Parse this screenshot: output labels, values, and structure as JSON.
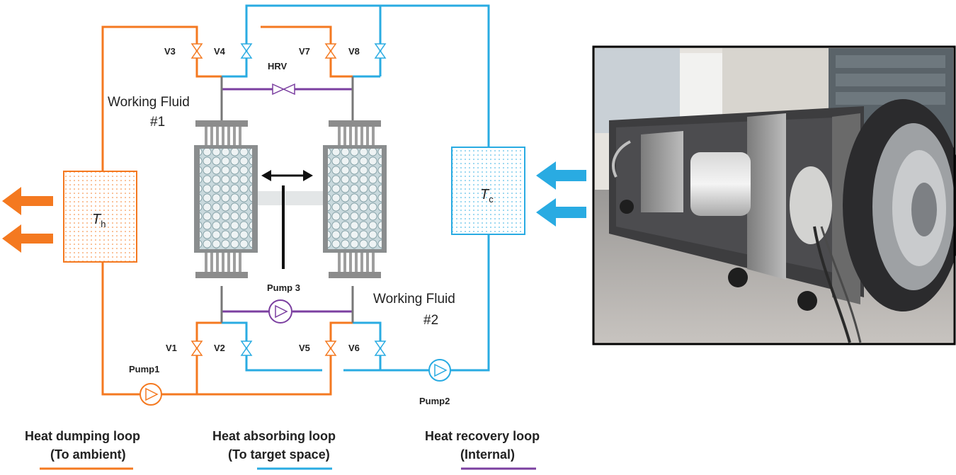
{
  "colors": {
    "hot_loop": "#F47920",
    "cold_loop": "#29ABE2",
    "recovery_loop": "#7B3FA0",
    "frame": "#7f7f7f"
  },
  "valves": {
    "v1": "V1",
    "v2": "V2",
    "v3": "V3",
    "v4": "V4",
    "v5": "V5",
    "v6": "V6",
    "v7": "V7",
    "v8": "V8",
    "hrv": "HRV"
  },
  "pumps": {
    "pump1": "Pump1",
    "pump2": "Pump2",
    "pump3": "Pump 3"
  },
  "working_fluids": {
    "wf1_line1": "Working Fluid",
    "wf1_line2": "#1",
    "wf2_line1": "Working Fluid",
    "wf2_line2": "#2"
  },
  "reservoirs": {
    "hot_T": "T",
    "hot_sub": "h",
    "cold_T": "T",
    "cold_sub": "c"
  },
  "legend": {
    "dumping_line1": "Heat dumping loop",
    "dumping_line2": "(To ambient)",
    "absorbing_line1": "Heat absorbing loop",
    "absorbing_line2": "(To target space)",
    "recovery_line1": "Heat recovery loop",
    "recovery_line2": "(Internal)"
  },
  "icons": {
    "heat_out": "left-arrow-icon",
    "heat_in": "left-arrow-icon",
    "motion": "double-arrow-icon"
  }
}
